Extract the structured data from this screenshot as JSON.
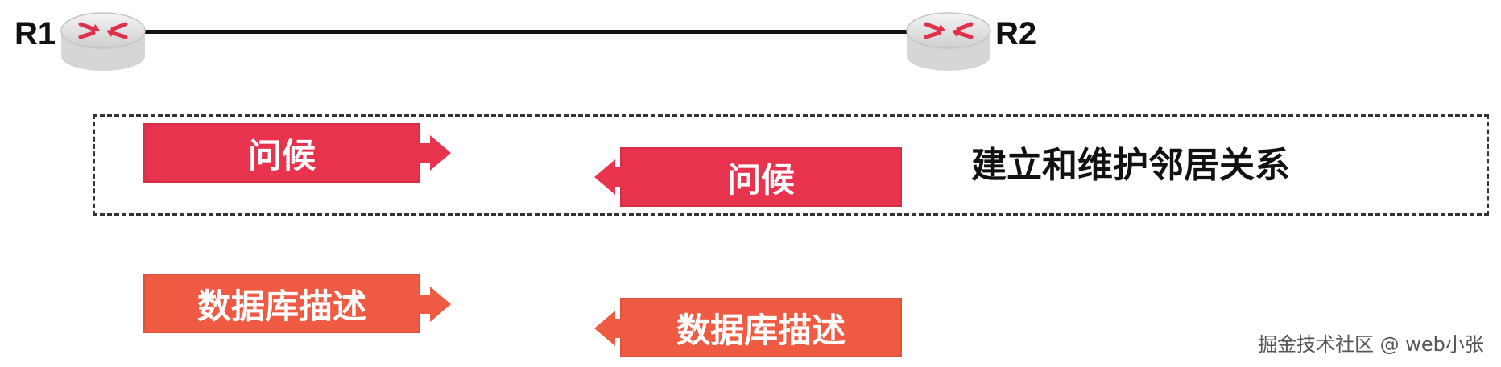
{
  "routers": {
    "left": {
      "label": "R1"
    },
    "right": {
      "label": "R2"
    }
  },
  "colors": {
    "hello_fill": "#e8334f",
    "dbd_fill": "#ef5a42",
    "router_body": "#e6e6e6",
    "router_arrows": "#e0304a",
    "link": "#111111"
  },
  "icons": {
    "router": "router-icon",
    "arrow_right": "arrow-right-icon",
    "arrow_left": "arrow-left-icon"
  },
  "neighbor_section": {
    "note": "建立和维护邻居关系",
    "messages": [
      {
        "label": "问候",
        "direction": "R1→R2"
      },
      {
        "label": "问候",
        "direction": "R2→R1"
      }
    ]
  },
  "dbd_section": {
    "messages": [
      {
        "label": "数据库描述",
        "direction": "R1→R2"
      },
      {
        "label": "数据库描述",
        "direction": "R2→R1"
      }
    ]
  },
  "watermark": "掘金技术社区 @ web小张"
}
